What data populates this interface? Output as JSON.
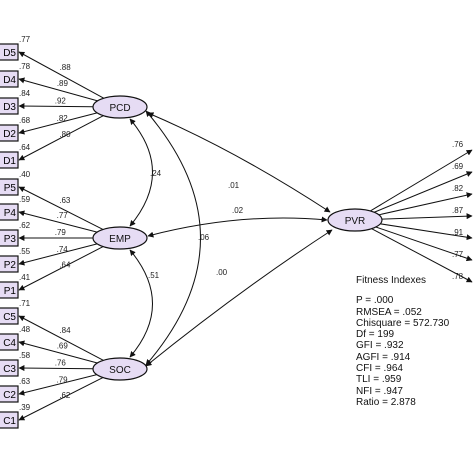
{
  "latents": [
    {
      "id": "PCD",
      "label": "PCD"
    },
    {
      "id": "EMP",
      "label": "EMP"
    },
    {
      "id": "SOC",
      "label": "SOC"
    },
    {
      "id": "PVR",
      "label": "PVR"
    }
  ],
  "indicators": {
    "PCD": [
      {
        "label": "D5",
        "loading": ".88",
        "error": ".77"
      },
      {
        "label": "D4",
        "loading": ".89",
        "error": ".78"
      },
      {
        "label": "D3",
        "loading": ".92",
        "error": ".84"
      },
      {
        "label": "D2",
        "loading": ".82",
        "error": ".68"
      },
      {
        "label": "D1",
        "loading": ".80",
        "error": ".64"
      }
    ],
    "EMP": [
      {
        "label": "P5",
        "loading": ".63",
        "error": ".40"
      },
      {
        "label": "P4",
        "loading": ".77",
        "error": ".59"
      },
      {
        "label": "P3",
        "loading": ".79",
        "error": ".62"
      },
      {
        "label": "P2",
        "loading": ".74",
        "error": ".55"
      },
      {
        "label": "P1",
        "loading": ".64",
        "error": ".41"
      }
    ],
    "SOC": [
      {
        "label": "C5",
        "loading": ".84",
        "error": ".71"
      },
      {
        "label": "C4",
        "loading": ".69",
        "error": ".48"
      },
      {
        "label": "C3",
        "loading": ".76",
        "error": ".58"
      },
      {
        "label": "C2",
        "loading": ".79",
        "error": ".63"
      },
      {
        "label": "C1",
        "loading": ".62",
        "error": ".39"
      }
    ]
  },
  "pvr_errors": [
    ".76",
    ".69",
    ".82",
    ".87",
    ".91",
    ".77",
    ".78"
  ],
  "correlations": {
    "pcd_emp": ".24",
    "emp_soc": ".51",
    "pcd_soc": ".06",
    "pcd_pvr": ".01",
    "emp_pvr": ".02",
    "soc_pvr": ".00"
  },
  "fitness": {
    "title": "Fitness Indexes",
    "lines": [
      "P = .000",
      "RMSEA = .052",
      "Chisquare = 572.730",
      "Df = 199",
      "GFI = .932",
      "AGFI = .914",
      "CFI = .964",
      "TLI = .959",
      "NFI = .947",
      "Ratio = 2.878"
    ]
  },
  "colors": {
    "ellipse_fill": "#e6dcf4",
    "box_fill": "#e6dcf4",
    "line": "#111111"
  }
}
